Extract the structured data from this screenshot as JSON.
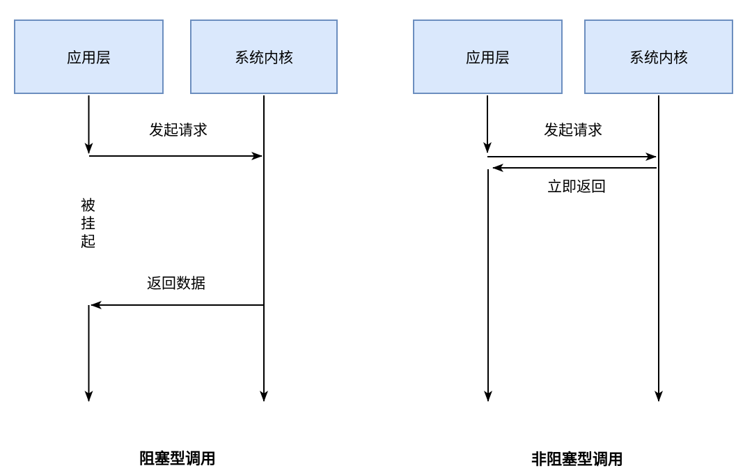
{
  "colors": {
    "box_fill": "#dae8fc",
    "box_border": "#6c8ebf",
    "line": "#000000",
    "text": "#000000"
  },
  "diagrams": [
    {
      "id": "blocking-call",
      "caption": "阻塞型调用",
      "actors": [
        {
          "label": "应用层"
        },
        {
          "label": "系统内核"
        }
      ],
      "messages": [
        {
          "label": "发起请求",
          "from": "应用层",
          "to": "系统内核",
          "direction": "right"
        },
        {
          "label": "返回数据",
          "from": "系统内核",
          "to": "应用层",
          "direction": "left"
        }
      ],
      "state_label": "被挂起"
    },
    {
      "id": "non-blocking-call",
      "caption": "非阻塞型调用",
      "actors": [
        {
          "label": "应用层"
        },
        {
          "label": "系统内核"
        }
      ],
      "messages": [
        {
          "label": "发起请求",
          "from": "应用层",
          "to": "系统内核",
          "direction": "right"
        },
        {
          "label": "立即返回",
          "from": "系统内核",
          "to": "应用层",
          "direction": "left"
        }
      ]
    }
  ]
}
